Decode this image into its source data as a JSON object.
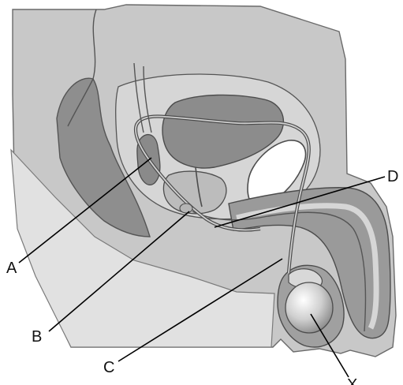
{
  "labels": {
    "a": "A",
    "b": "B",
    "c": "C",
    "d": "D",
    "x": "X"
  },
  "colors": {
    "background": "#ffffff",
    "body_fill": "#c8c8c8",
    "leg_fill": "#e1e1e1",
    "organ_dark": "#8c8c8c",
    "organ_mid": "#b0b0b0",
    "organ_light": "#d8d8d8",
    "outline": "#555555",
    "leader": "#000000"
  }
}
